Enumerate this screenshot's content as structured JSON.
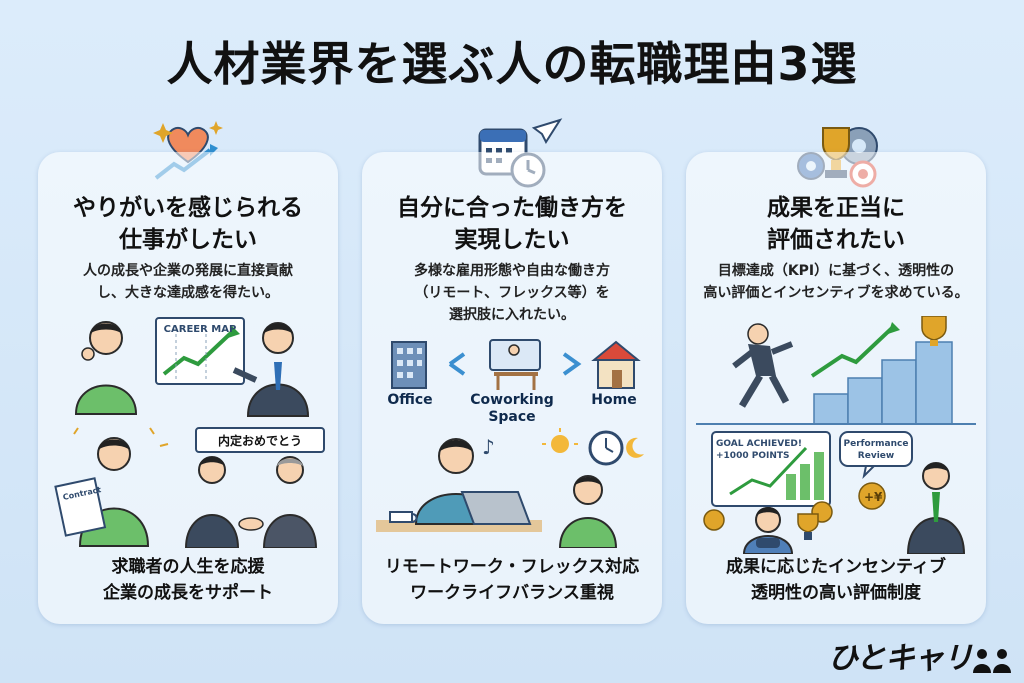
{
  "title": "人材業界を選ぶ人の転職理由3選",
  "cards": [
    {
      "heading_line1": "やりがいを感じられる",
      "heading_line2": "仕事がしたい",
      "desc_line1": "人の成長や企業の発展に直接貢献",
      "desc_line2": "し、大きな達成感を得たい。",
      "board_label": "CAREER MAP",
      "banner_label": "内定おめでとう",
      "paper_label": "Contract",
      "footer_line1": "求職者の人生を応援",
      "footer_line2": "企業の成長をサポート"
    },
    {
      "heading_line1": "自分に合った働き方を",
      "heading_line2": "実現したい",
      "desc_line1": "多様な雇用形態や自由な働き方",
      "desc_line2": "（リモート、フレックス等）を",
      "desc_line3": "選択肢に入れたい。",
      "place_office": "Office",
      "place_coworking_1": "Coworking",
      "place_coworking_2": "Space",
      "place_home": "Home",
      "footer_line1": "リモートワーク・フレックス対応",
      "footer_line2": "ワークライフバランス重視"
    },
    {
      "heading_line1": "成果を正当に",
      "heading_line2": "評価されたい",
      "desc_line1": "目標達成（KPI）に基づく、透明性の",
      "desc_line2": "高い評価とインセンティブを求めている。",
      "screen_line1": "GOAL ACHIEVED!",
      "screen_line2": "+1000 POINTS",
      "bubble_line1": "Performance",
      "bubble_line2": "Review",
      "footer_line1": "成果に応じたインセンティブ",
      "footer_line2": "透明性の高い評価制度"
    }
  ],
  "logo_text": "ひとキャリ",
  "colors": {
    "background": "#d6e8f8",
    "accent_green": "#6cbf6a",
    "accent_navy": "#2f4a6d",
    "accent_gold": "#e0a52a",
    "accent_heart": "#f08a5d"
  },
  "icons": [
    "heart-growth-icon",
    "calendar-clock-icon",
    "trophy-gears-icon"
  ]
}
